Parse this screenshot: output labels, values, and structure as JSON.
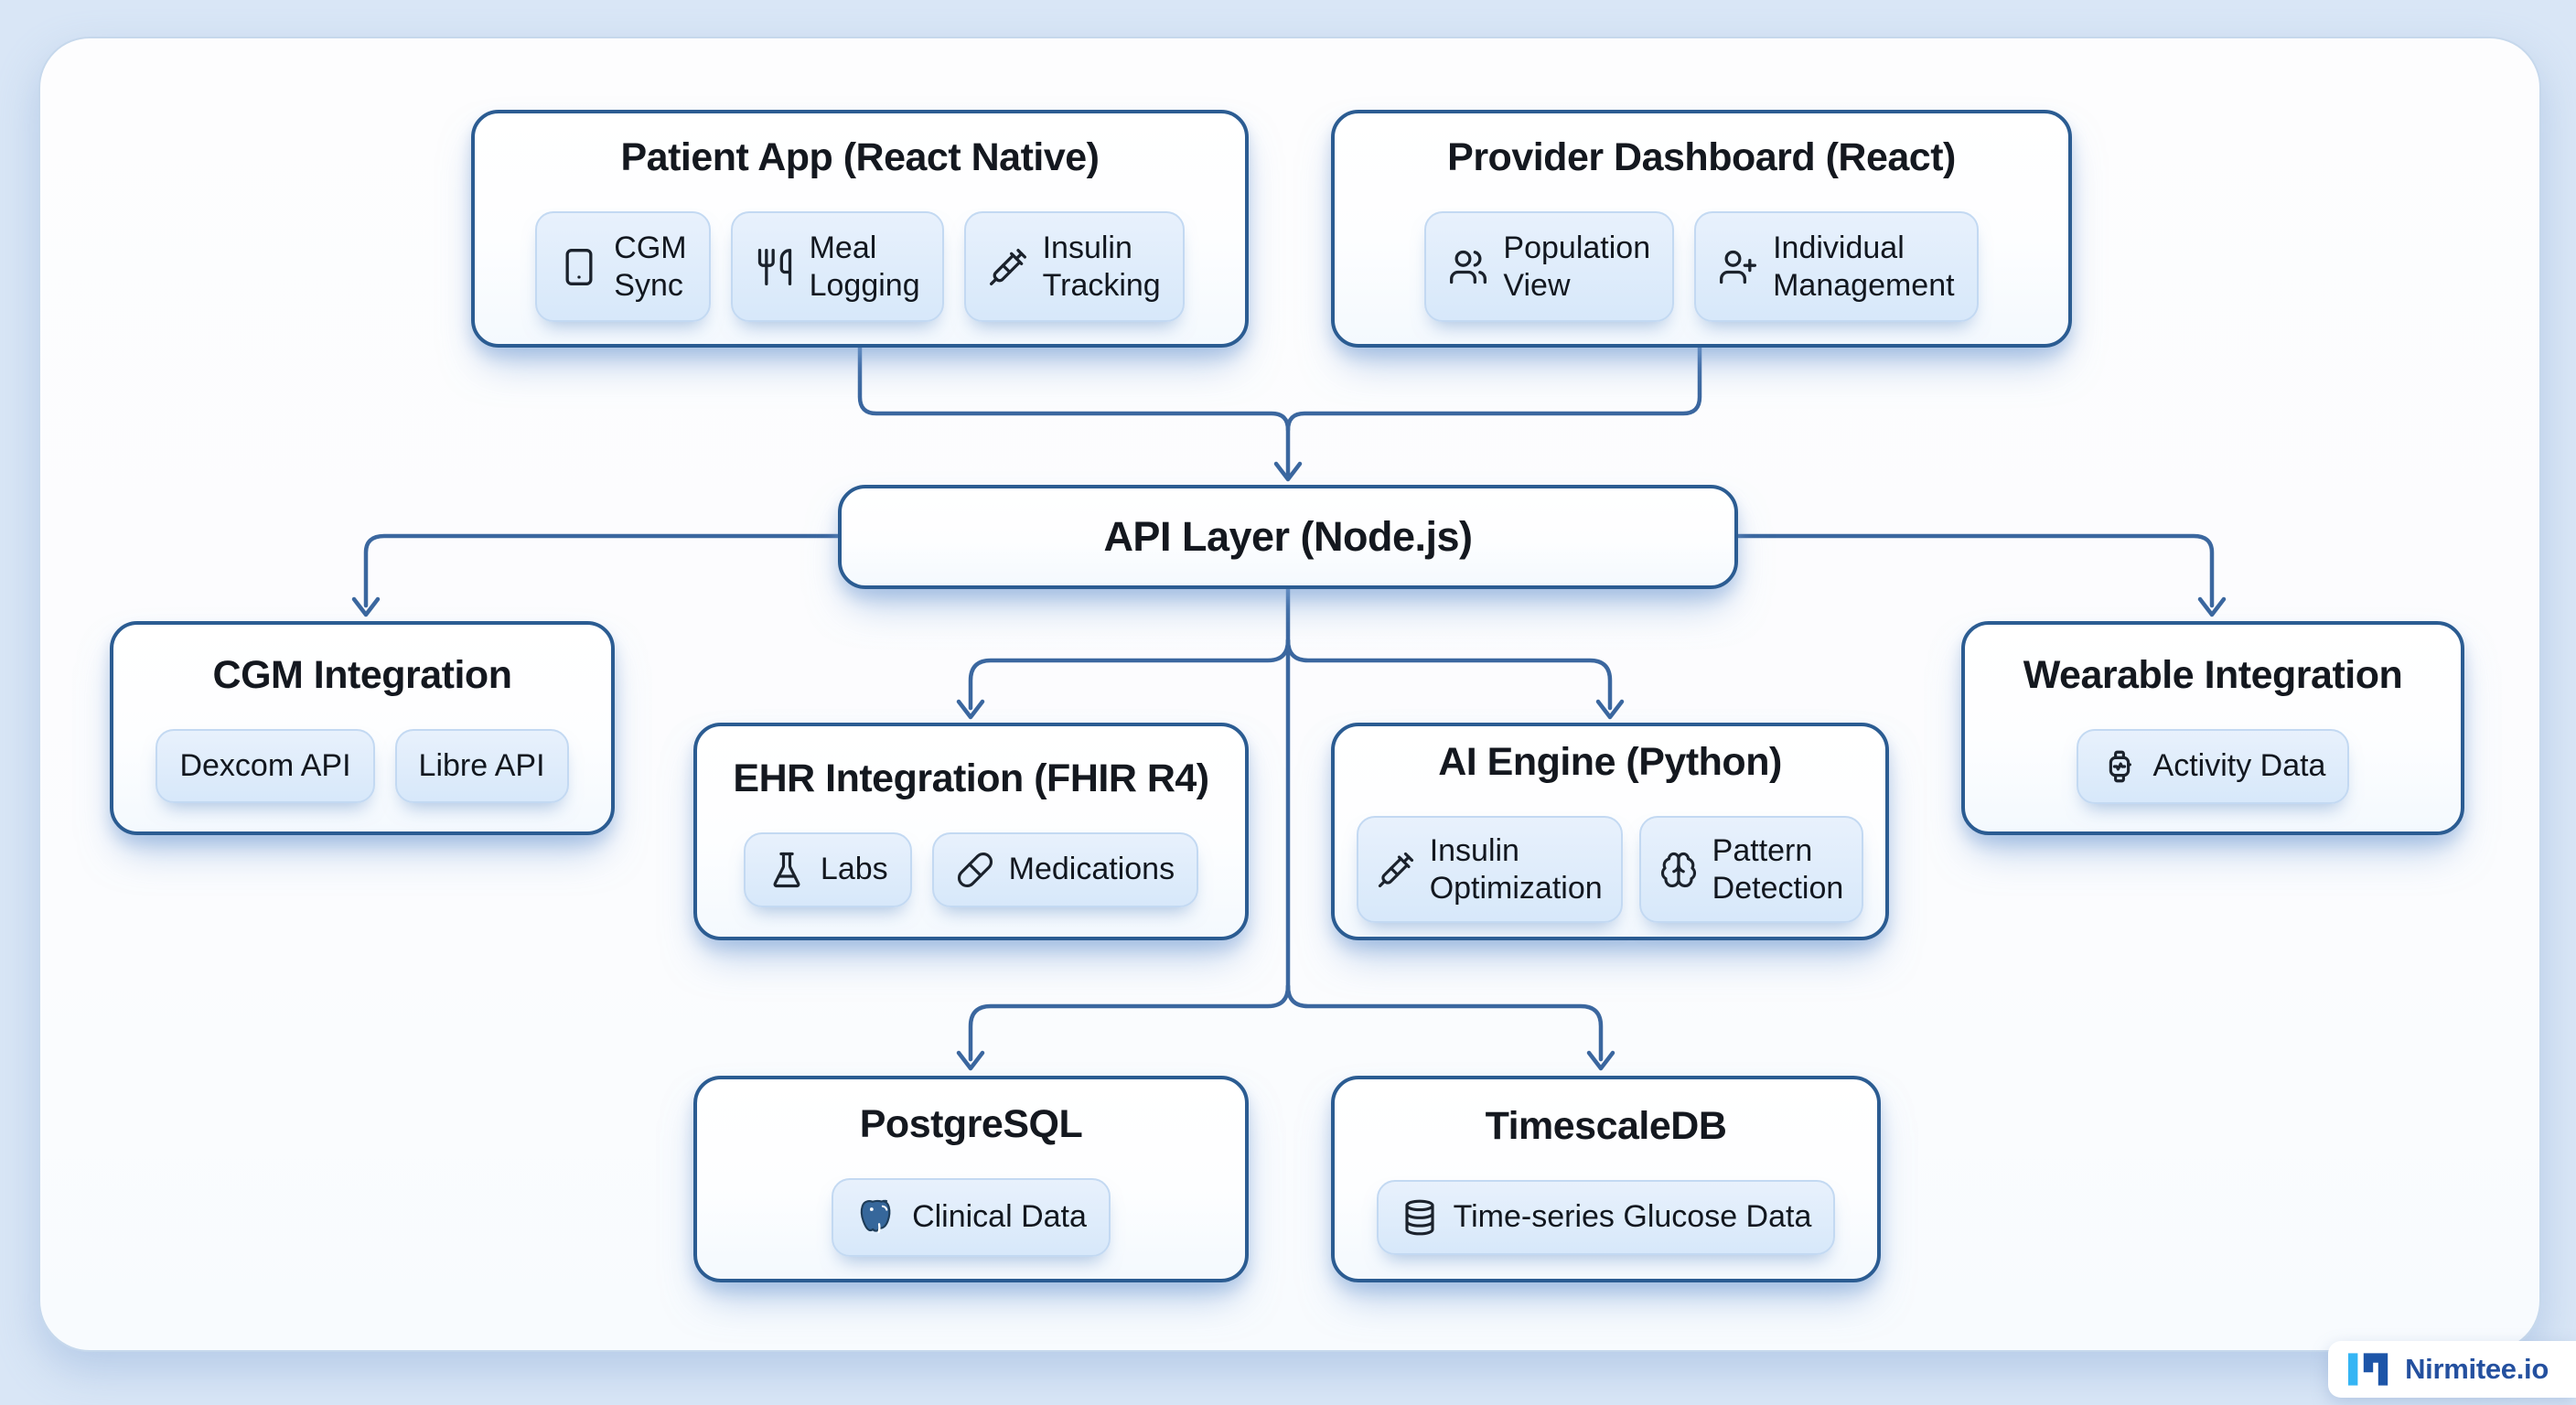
{
  "page": {
    "background_color": "#d9e6f6",
    "container_color": "#fcfdfe",
    "node_border_color": "#2b5c92",
    "connector_color": "#3b679f",
    "chip_background_color": "#dcebfa",
    "postgres_logo_color": "#36679b",
    "logo_light_blue": "#35b5f4",
    "logo_dark_blue": "#1d55a8"
  },
  "nodes": {
    "patient_app": {
      "title": "Patient App (React Native)",
      "chips": [
        {
          "icon": "smartphone-icon",
          "label": "CGM\nSync"
        },
        {
          "icon": "utensils-icon",
          "label": "Meal\nLogging"
        },
        {
          "icon": "syringe-icon",
          "label": "Insulin\nTracking"
        }
      ]
    },
    "provider_dashboard": {
      "title": "Provider Dashboard (React)",
      "chips": [
        {
          "icon": "users-icon",
          "label": "Population\nView"
        },
        {
          "icon": "user-plus-icon",
          "label": "Individual\nManagement"
        }
      ]
    },
    "api_layer": {
      "title": "API Layer (Node.js)"
    },
    "cgm_integration": {
      "title": "CGM Integration",
      "chips": [
        {
          "label": "Dexcom API"
        },
        {
          "label": "Libre API"
        }
      ]
    },
    "ehr_integration": {
      "title": "EHR Integration (FHIR R4)",
      "chips": [
        {
          "icon": "flask-icon",
          "label": "Labs"
        },
        {
          "icon": "pill-icon",
          "label": "Medications"
        }
      ]
    },
    "ai_engine": {
      "title": "AI Engine (Python)",
      "chips": [
        {
          "icon": "syringe-icon",
          "label": "Insulin\nOptimization"
        },
        {
          "icon": "brain-icon",
          "label": "Pattern\nDetection"
        }
      ]
    },
    "wearable_integration": {
      "title": "Wearable Integration",
      "chips": [
        {
          "icon": "watch-icon",
          "label": "Activity Data"
        }
      ]
    },
    "postgresql": {
      "title": "PostgreSQL",
      "chips": [
        {
          "icon": "postgresql-logo",
          "label": "Clinical Data"
        }
      ]
    },
    "timescaledb": {
      "title": "TimescaleDB",
      "chips": [
        {
          "icon": "database-icon",
          "label": "Time-series Glucose Data"
        }
      ]
    }
  },
  "footer": {
    "brand": "Nirmitee.io"
  }
}
